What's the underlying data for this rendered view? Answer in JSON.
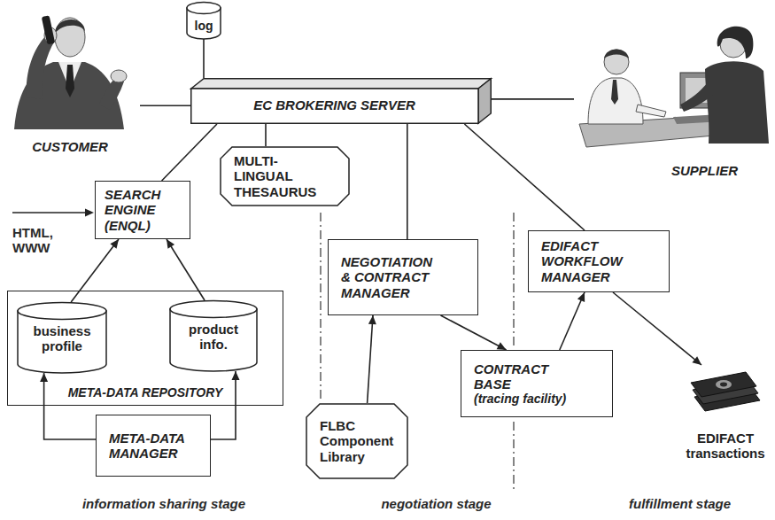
{
  "diagram": {
    "nodes": [
      {
        "text": [
          "log"
        ]
      },
      {
        "text": [
          "CUSTOMER"
        ]
      },
      {
        "text": [
          "EC BROKERING SERVER"
        ]
      },
      {
        "text": [
          "SUPPLIER"
        ]
      },
      {
        "text": [
          "SEARCH ENGINE (ENQL)"
        ]
      },
      {
        "text": [
          "MULTI- LINGUAL THESAURUS"
        ]
      },
      {
        "text": [
          "NEGOTIATION & CONTRACT MANAGER"
        ]
      },
      {
        "text": [
          "EDIFACT WORKFLOW MANAGER"
        ]
      },
      {
        "text": [
          "META-DATA REPOSITORY"
        ]
      },
      {
        "text": [
          "business profile"
        ],
        "in": 8
      },
      {
        "text": [
          "product info."
        ],
        "in": 8
      },
      {
        "text": [
          "CONTRACT BASE",
          "(tracing facility)"
        ]
      },
      {
        "text": [
          "FLBC Component Library"
        ]
      },
      {
        "text": [
          "META-DATA MANAGER"
        ]
      },
      {
        "text": [
          "EDIFACT transactions"
        ]
      }
    ],
    "edges": [
      {
        "from": 1,
        "to": 2,
        "arrow": "none"
      },
      {
        "from": 0,
        "to": 2,
        "arrow": "none"
      },
      {
        "from": 2,
        "to": 3,
        "arrow": "none"
      },
      {
        "from": 2,
        "to": 4,
        "arrow": "none"
      },
      {
        "from": 2,
        "to": 5,
        "arrow": "none"
      },
      {
        "from": 2,
        "to": 6,
        "arrow": "none"
      },
      {
        "from": 2,
        "to": 7,
        "arrow": "none"
      },
      {
        "from": 9,
        "to": 4,
        "arrow": "to"
      },
      {
        "from": 10,
        "to": 4,
        "arrow": "to"
      },
      {
        "from": 13,
        "to": 9,
        "arrow": "to"
      },
      {
        "from": 13,
        "to": 10,
        "arrow": "to"
      },
      {
        "from": 12,
        "to": 6,
        "arrow": "to"
      },
      {
        "from": 6,
        "to": 11,
        "arrow": "to"
      },
      {
        "from": 11,
        "to": 7,
        "arrow": "to"
      },
      {
        "from": 7,
        "to": 14,
        "arrow": "to"
      }
    ],
    "labels": [
      "HTML, WWW",
      "information sharing stage",
      "negotiation stage",
      "fulfillment stage"
    ]
  }
}
